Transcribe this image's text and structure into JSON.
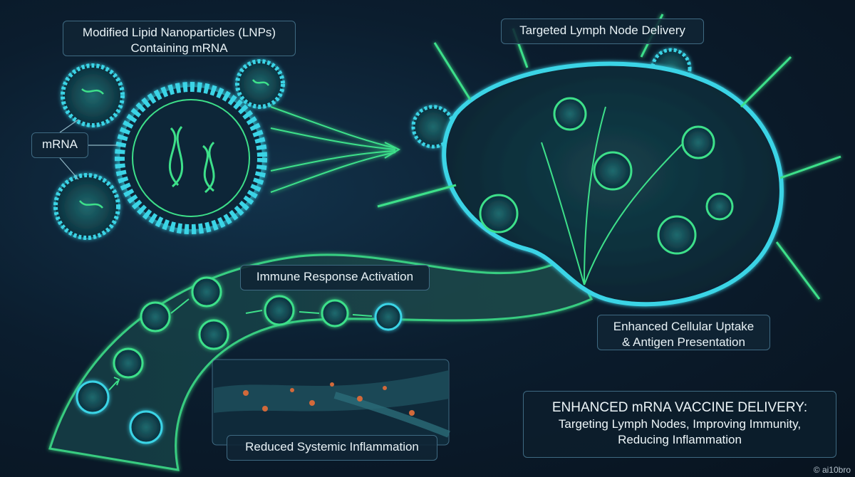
{
  "labels": {
    "lnp": [
      "Modified Lipid Nanoparticles (LNPs)",
      "Containing mRNA"
    ],
    "mrna": "mRNA",
    "lymph": "Targeted Lymph Node Delivery",
    "immune": "Immune Response Activation",
    "uptake": [
      "Enhanced Cellular Uptake",
      "& Antigen Presentation"
    ],
    "reduced": "Reduced Systemic Inflammation"
  },
  "title": {
    "heading": "ENHANCED mRNA VACCINE DELIVERY:",
    "subtitle": [
      "Targeting Lymph Nodes, Improving Immunity,",
      "Reducing Inflammation"
    ]
  },
  "watermark": "© ai10bro",
  "colors": {
    "background": "#0b1d2e",
    "glow_green": "#3ee08a",
    "glow_cyan": "#3ad4e6",
    "panel_border": "#3f6a82",
    "inflammation_dot": "#d2693a"
  }
}
